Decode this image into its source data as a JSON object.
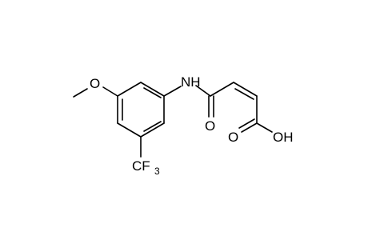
{
  "molecule": {
    "atoms": {
      "methoxy_o": "O",
      "amide_n": "NH",
      "amide_o": "O",
      "acid_o": "O",
      "acid_oh": "OH",
      "cf3_main": "CF",
      "cf3_sub": "3"
    },
    "colors": {
      "bond": "#000000",
      "label": "#000000",
      "background": "#ffffff"
    }
  }
}
